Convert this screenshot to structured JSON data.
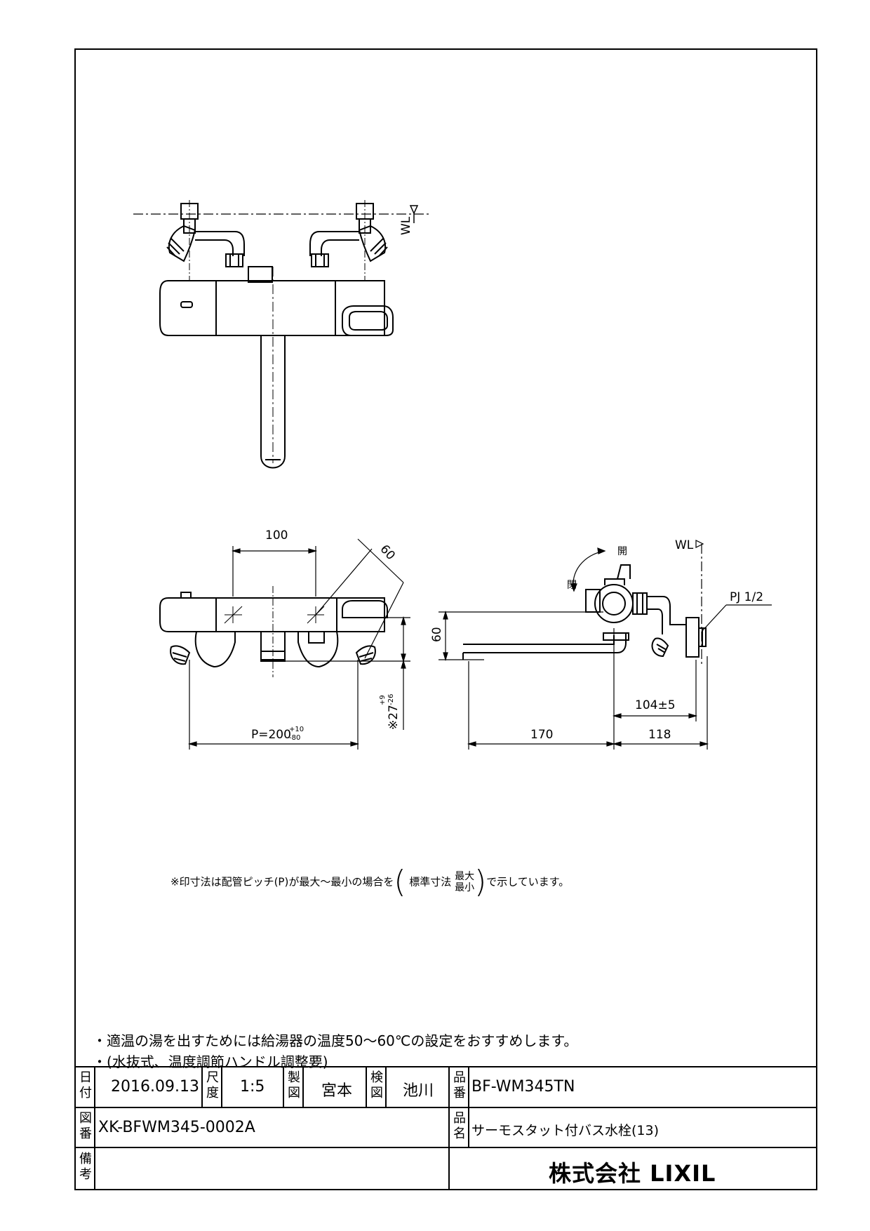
{
  "drawing": {
    "wl_mark": "WL",
    "dimensions": {
      "d100": "100",
      "d60_angle": "60",
      "pitch_main": "P=200",
      "pitch_tol_top": "+10",
      "pitch_tol_bottom": "-80",
      "offset_main": "※27",
      "offset_tol_top": "+9",
      "offset_tol_bottom": "-26",
      "height60": "60",
      "d104": "104±5",
      "d170": "170",
      "d118": "118",
      "pj": "PJ 1/2",
      "open_label": "開",
      "close_label": "閉"
    }
  },
  "notes": {
    "small_part1": "※印寸法は配管ピッチ(P)が最大〜最小の場合を",
    "std_label": "標準寸法",
    "max_label": "最大",
    "min_label": "最小",
    "small_part2": "で示しています。",
    "note1": "・適温の湯を出すためには給湯器の温度50〜60℃の設定をおすすめします。",
    "note2": "・(水抜式、温度調節ハンドル調整要)"
  },
  "title_block": {
    "date_label": "日付",
    "date_value": "2016.09.13",
    "scale_label": "尺度",
    "scale_value": "1:5",
    "drafter_label": "製図",
    "drafter_value": "宮本",
    "checker_label": "検図",
    "checker_value": "池川",
    "part_no_label": "品番",
    "part_no_value": "BF-WM345TN",
    "drawing_no_label": "図番",
    "drawing_no_value": "XK-BFWM345-0002A",
    "product_name_label": "品名",
    "product_name_value": "サーモスタット付バス水栓(13)",
    "remarks_label": "備考",
    "company": "株式会社 LIXIL"
  }
}
